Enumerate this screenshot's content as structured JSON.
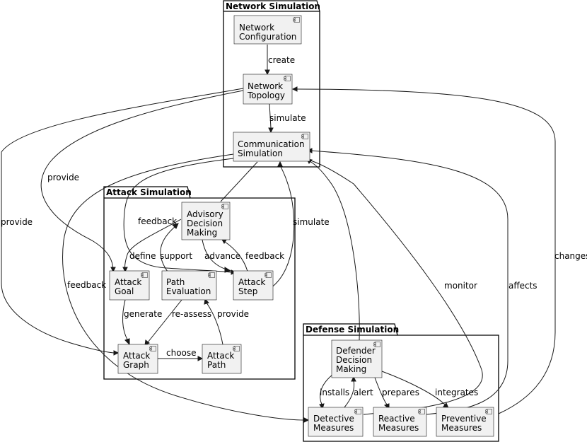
{
  "packages": {
    "network": {
      "title": "Network Simulation"
    },
    "attack": {
      "title": "Attack Simulation"
    },
    "defense": {
      "title": "Defense Simulation"
    }
  },
  "components": {
    "network_configuration": [
      "Network",
      "Configuration"
    ],
    "network_topology": [
      "Network",
      "Topology"
    ],
    "communication_simulation": [
      "Communication",
      "Simulation"
    ],
    "advisory_decision_making": [
      "Advisory",
      "Decision",
      "Making"
    ],
    "attack_goal": [
      "Attack",
      "Goal"
    ],
    "path_evaluation": [
      "Path",
      "Evaluation"
    ],
    "attack_step": [
      "Attack",
      "Step"
    ],
    "attack_graph": [
      "Attack",
      "Graph"
    ],
    "attack_path": [
      "Attack",
      "Path"
    ],
    "defender_decision_making": [
      "Defender",
      "Decision",
      "Making"
    ],
    "detective_measures": [
      "Detective",
      "Measures"
    ],
    "reactive_measures": [
      "Reactive",
      "Measures"
    ],
    "preventive_measures": [
      "Preventive",
      "Measures"
    ]
  },
  "edge_labels": {
    "create": "create",
    "simulate_topology": "simulate",
    "provide_goal": "provide",
    "provide_graph": "provide",
    "feedback_advisory": "feedback",
    "feedback_detective": "feedback",
    "simulate_step": "simulate",
    "define": "define",
    "support": "support",
    "advance": "advance",
    "feedback_step": "feedback",
    "generate": "generate",
    "re_assess": "re-assess",
    "provide_path": "provide",
    "choose": "choose",
    "monitor": "monitor",
    "affects": "affects",
    "changes": "changes",
    "installs": "installs",
    "alert": "alert",
    "prepares": "prepares",
    "integrates": "integrates"
  }
}
